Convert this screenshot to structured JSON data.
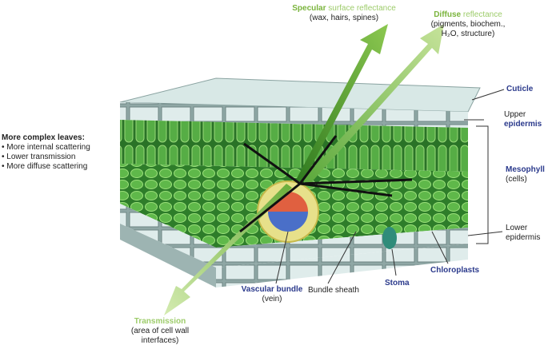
{
  "labels": {
    "specular_bold": "Specular",
    "specular_rest": " surface reflectance",
    "specular_sub": "(wax, hairs, spines)",
    "diffuse_bold": "Diffuse",
    "diffuse_rest": " reflectance",
    "diffuse_sub1": "(pigments, biochem.,",
    "diffuse_sub2": "H₂O, structure)",
    "cuticle": "Cuticle",
    "upper": "Upper",
    "epidermis": "epidermis",
    "mesophyll": "Mesophyll",
    "cells": "(cells)",
    "lower": "Lower",
    "lower_epidermis": "epidermis",
    "chloroplasts": "Chloroplasts",
    "stoma": "Stoma",
    "bundle_sheath": "Bundle sheath",
    "vascular": "Vascular bundle",
    "vein": "(vein)",
    "transmission": "Transmission",
    "transmission_sub1": "(area of cell wall",
    "transmission_sub2": "interfaces)",
    "complex_title": "More complex leaves:",
    "complex_items": [
      "• More internal scattering",
      "• Lower transmission",
      "• More diffuse scattering"
    ]
  },
  "colors": {
    "leaf": "#3f9a3a",
    "epidermis": "#c9dcdc",
    "arrow_dark": "#4e9a2c",
    "arrow_light": "#a6d06e"
  }
}
